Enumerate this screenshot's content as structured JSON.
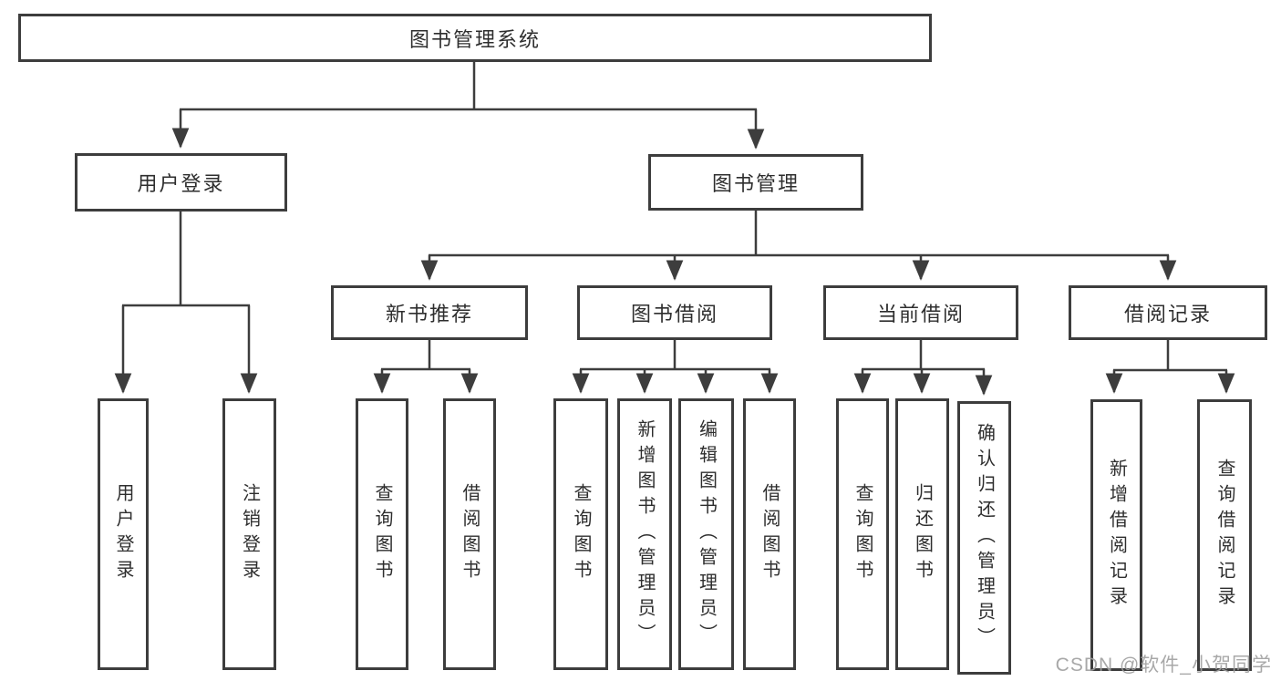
{
  "nodes": {
    "root": "图书管理系统",
    "user_login": "用户登录",
    "book_management": "图书管理",
    "new_book_recommendation": "新书推荐",
    "book_borrowing": "图书借阅",
    "current_borrowing": "当前借阅",
    "borrowing_records": "借阅记录",
    "leaf_user_login": "用户登录",
    "leaf_logout_login": "注销登录",
    "leaf_query_book_recommend": "查询图书",
    "leaf_borrow_book_recommend": "借阅图书",
    "leaf_query_book_borrowing": "查询图书",
    "leaf_add_book_admin": "新增图书（管理员）",
    "leaf_edit_book_admin": "编辑图书（管理员）",
    "leaf_borrow_book_borrowing": "借阅图书",
    "leaf_query_book_current": "查询图书",
    "leaf_return_book": "归还图书",
    "leaf_confirm_return_admin": "确认归还（管理员）",
    "leaf_add_borrow_record": "新增借阅记录",
    "leaf_query_borrow_record": "查询借阅记录"
  },
  "watermark": {
    "text": "CSDN @软件_小贺同学"
  },
  "colors": {
    "line": "#3d3d3d",
    "box_border": "#3d3d3d",
    "text": "#2e2e2e",
    "watermark": "#9e9e9e",
    "background": "#ffffff"
  }
}
